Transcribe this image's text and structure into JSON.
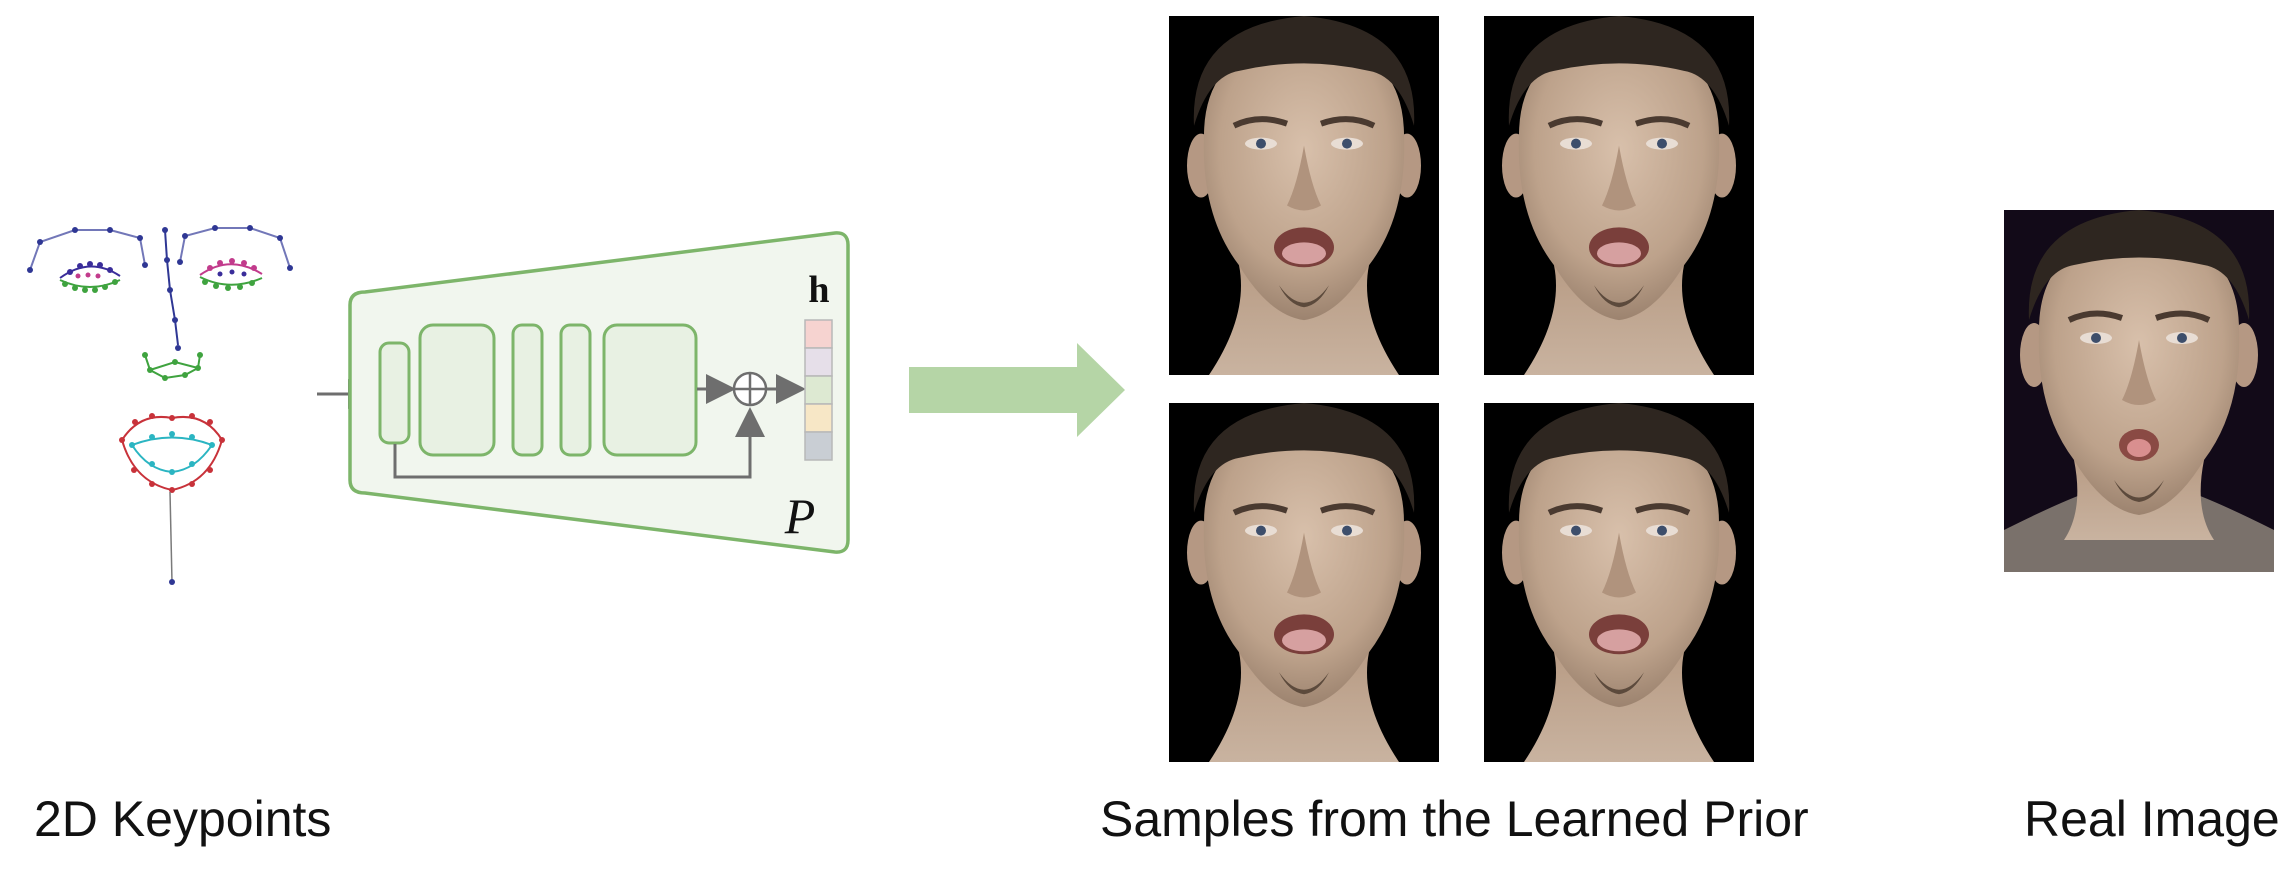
{
  "captions": {
    "keypoints": "2D Keypoints",
    "samples": "Samples from the Learned Prior",
    "real": "Real Image"
  },
  "network": {
    "latent_label": "h",
    "prior_label": "P",
    "latent_colors": [
      "#f6d3d0",
      "#e6dfe9",
      "#dde9d2",
      "#f7e7c6",
      "#c9ced4"
    ]
  },
  "colors": {
    "accent_green": "#7db56a",
    "panel_fill": "#f1f6ee",
    "block_fill": "#e8f1e3",
    "big_arrow": "#b5d5a6",
    "connector": "#6e6e6e"
  },
  "images": {
    "sample_count": 4,
    "real_count": 1
  }
}
